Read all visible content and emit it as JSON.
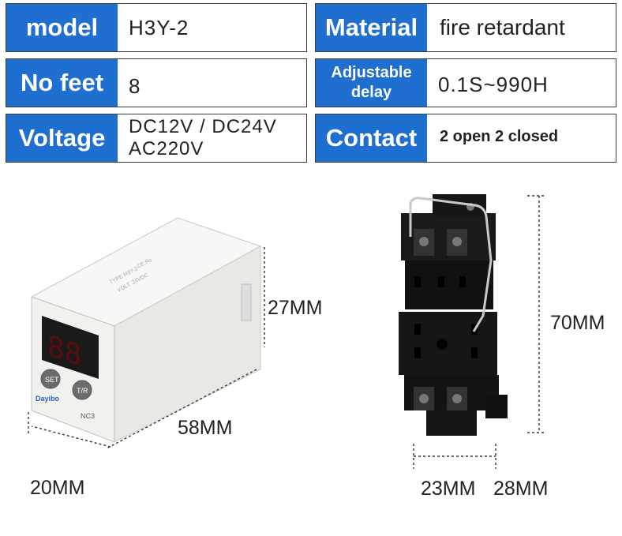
{
  "specs": {
    "model": {
      "label": "model",
      "value": "H3Y-2"
    },
    "material": {
      "label": "Material",
      "value": "fire retardant"
    },
    "no_feet": {
      "label": "No feet",
      "value": "8"
    },
    "delay": {
      "label": "Adjustable delay",
      "value": "0.1S~990H"
    },
    "voltage": {
      "label": "Voltage",
      "value_line1": "DC12V / DC24V",
      "value_line2": "AC220V"
    },
    "contact": {
      "label": "Contact",
      "value": "2 open 2 closed"
    }
  },
  "relay": {
    "brand": "Dayibo",
    "buttons": {
      "set": "SET",
      "tr": "T/R"
    },
    "model_mark": "NC3",
    "dims": {
      "height": "27MM",
      "length": "58MM",
      "width": "20MM"
    }
  },
  "socket": {
    "dims": {
      "height": "70MM",
      "width_inner": "23MM",
      "width_outer": "28MM"
    }
  },
  "colors": {
    "label_bg": "#1f6fd0",
    "relay_body": "#f2f2f0",
    "socket_body": "#141414"
  }
}
